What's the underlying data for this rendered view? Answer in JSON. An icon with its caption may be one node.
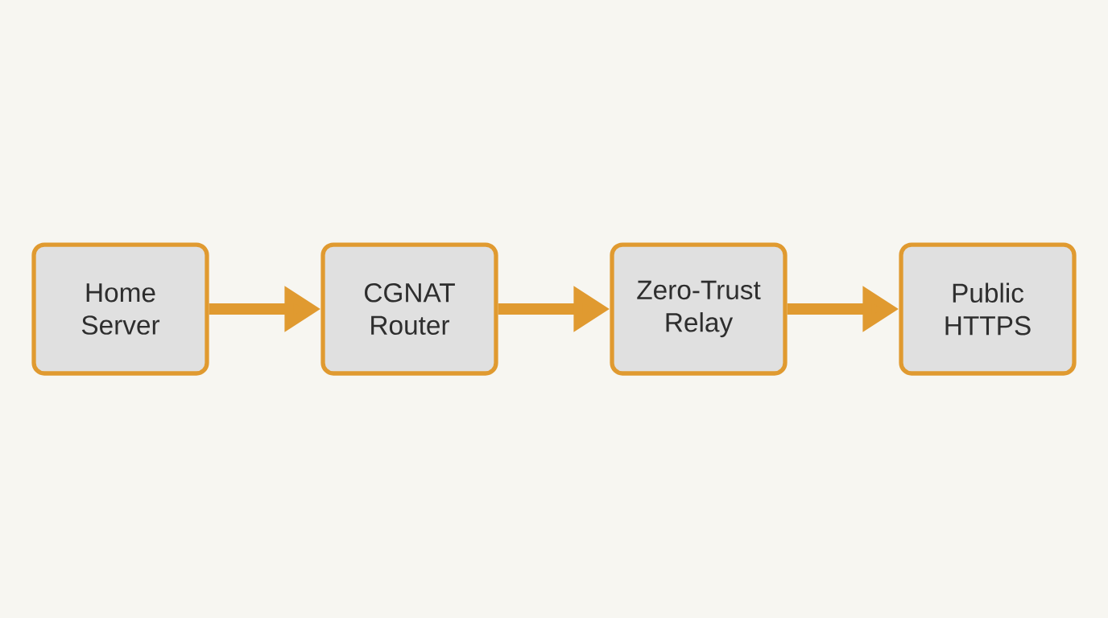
{
  "diagram": {
    "nodes": [
      {
        "text": [
          "Home Server"
        ]
      },
      {
        "text": [
          "CGNAT Router"
        ]
      },
      {
        "text": [
          "Zero-Trust Relay"
        ]
      },
      {
        "text": [
          "Public HTTPS"
        ]
      }
    ],
    "edges": [
      {
        "from": 0,
        "to": 1,
        "arrow": "to"
      },
      {
        "from": 1,
        "to": 2,
        "arrow": "to"
      },
      {
        "from": 2,
        "to": 3,
        "arrow": "to"
      }
    ]
  }
}
